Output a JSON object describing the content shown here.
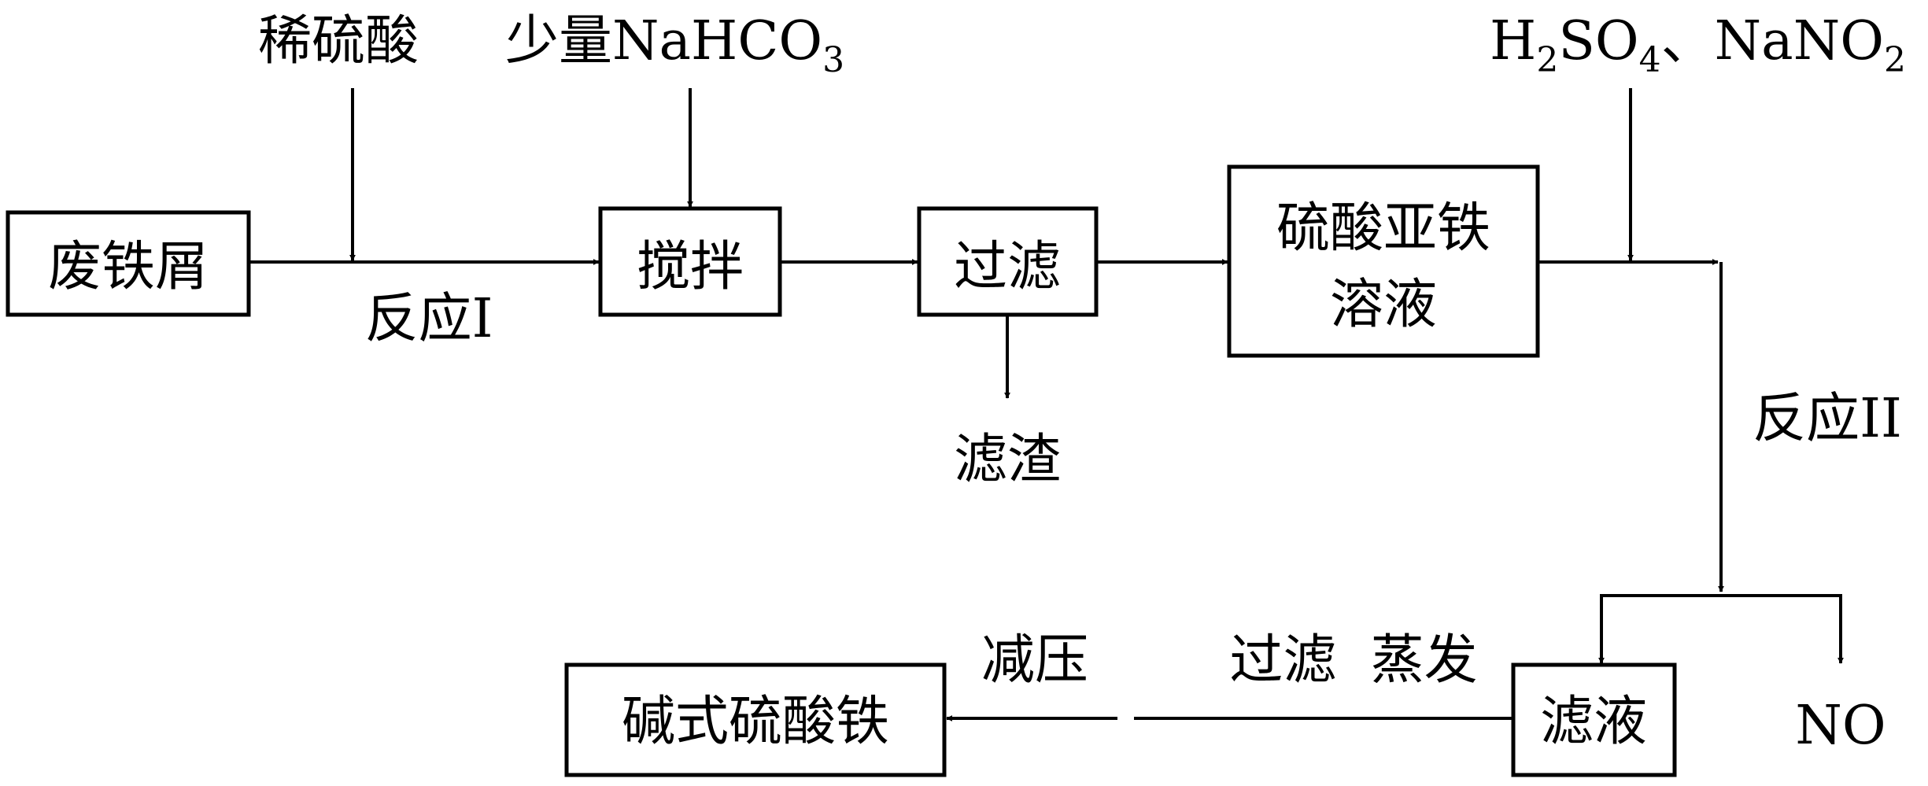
{
  "nodes": {
    "waste_iron": "废铁屑",
    "stir": "搅拌",
    "filter": "过滤",
    "ferrous_sulfate_line1": "硫酸亚铁",
    "ferrous_sulfate_line2": "溶液",
    "filtrate": "滤液",
    "basic_ferric_sulfate": "碱式硫酸铁"
  },
  "labels": {
    "dilute_sulfuric_acid": "稀硫酸",
    "small_amount": "少量",
    "nahco3": {
      "base": "NaHCO",
      "sub": "3"
    },
    "reaction_1": "反应I",
    "residue": "滤渣",
    "reagents_2": {
      "h": "H",
      "h_sub": "2",
      "so": "SO",
      "so_sub": "4",
      "sep": "、",
      "nano": "NaNO",
      "nano_sub": "2"
    },
    "reaction_2": "反应II",
    "no": "NO",
    "filter_evaporate": "过滤  蒸发",
    "reduced_pressure": "减压"
  }
}
